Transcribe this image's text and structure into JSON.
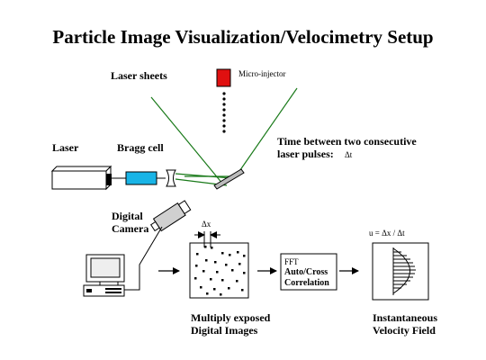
{
  "title": "Particle Image Visualization/Velocimetry Setup",
  "labels": {
    "laser_sheets": "Laser sheets",
    "micro_injector": "Micro-injector",
    "laser": "Laser",
    "bragg_cell": "Bragg cell",
    "time_line1": "Time between two consecutive",
    "time_line2": "laser pulses:",
    "time_symbol": "Δt",
    "digital": "Digital",
    "camera": "Camera",
    "dx": "Δx",
    "velocity_formula": "u = Δx / Δt",
    "fft_line1": "FFT",
    "fft_line2": "Auto/Cross",
    "fft_line3": "Correlation",
    "multiply_line1": "Multiply exposed",
    "multiply_line2": "Digital Images",
    "inst_line1": "Instantaneous",
    "inst_line2": "Velocity Field"
  },
  "colors": {
    "beam": "#1a7a1a",
    "injector": "#e01010",
    "bragg": "#19b4e6",
    "line": "#000000"
  }
}
